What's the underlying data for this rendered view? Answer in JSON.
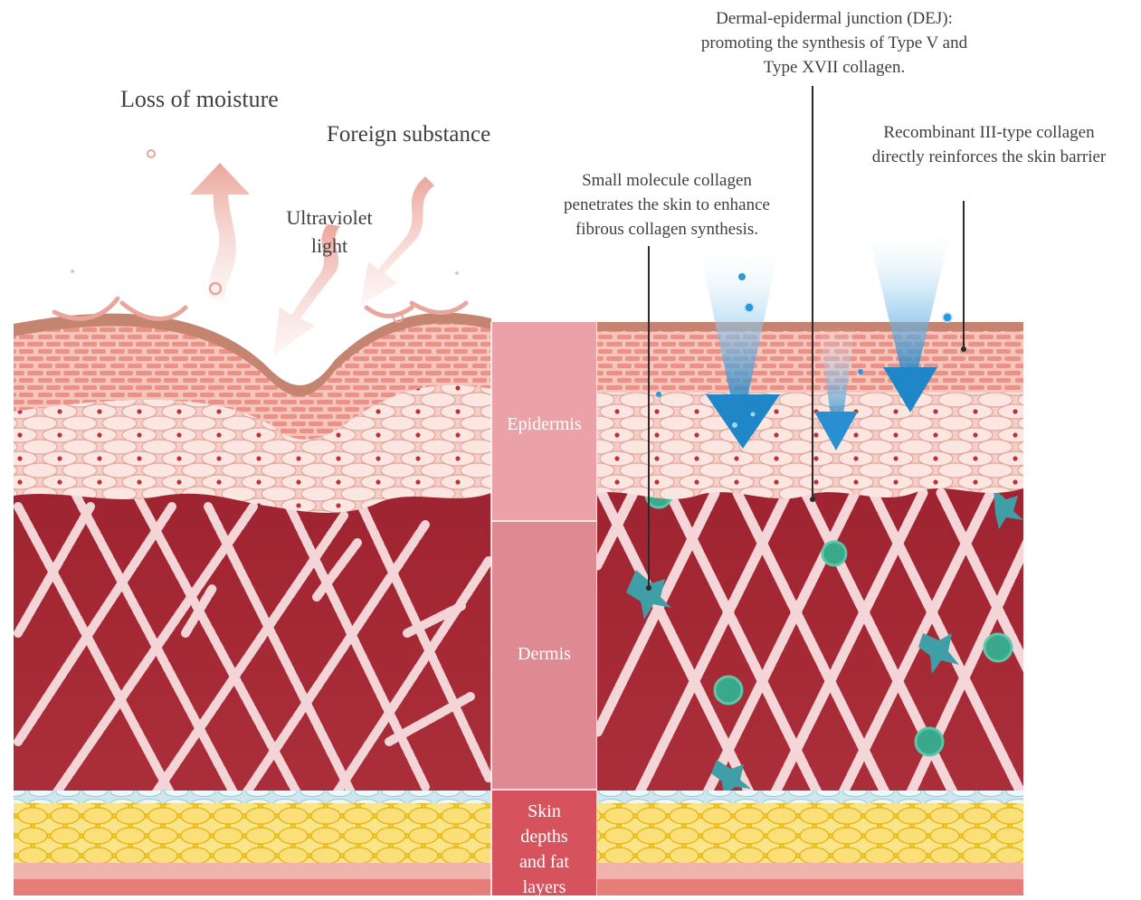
{
  "labels": {
    "loss_of_moisture": "Loss of moisture",
    "foreign_substance": "Foreign substance",
    "ultraviolet_line1": "Ultraviolet",
    "ultraviolet_line2": "light",
    "dej_line1": "Dermal-epidermal junction (DEJ):",
    "dej_line2": "promoting the synthesis of Type V and",
    "dej_line3": "Type XVII collagen.",
    "small_line1": "Small molecule collagen",
    "small_line2": "penetrates the skin to enhance",
    "small_line3": "fibrous collagen synthesis.",
    "recomb_line1": "Recombinant III-type collagen",
    "recomb_line2": "directly reinforces the skin barrier"
  },
  "layers": {
    "epidermis": "Epidermis",
    "dermis": "Dermis",
    "fat_line1": "Skin",
    "fat_line2": "depths",
    "fat_line3": "and fat",
    "fat_line4": "layers"
  },
  "colors": {
    "dermis": "#a52a35",
    "epidermis_pink": "#f2b6ae",
    "fat_yellow": "#f6d33c",
    "collagen_fiber": "#f4d4d6",
    "column_epidermis": "#eaa0a6",
    "column_dermis": "#e08890",
    "column_fat": "#d9545f",
    "arrow_pink": "#eeb0a8",
    "arrow_blue": "#2a8fd0",
    "cell_green": "#3aa88a"
  }
}
